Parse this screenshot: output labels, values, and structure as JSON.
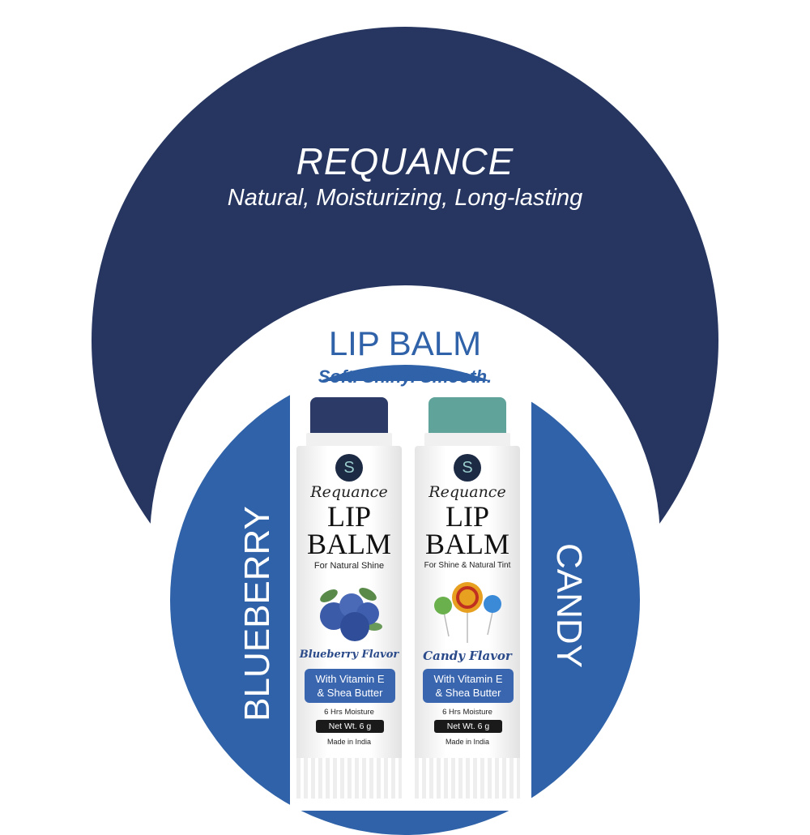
{
  "header": {
    "brand": "REQUANCE",
    "tagline": "Natural, Moisturizing, Long-lasting"
  },
  "product": {
    "title": "LIP BALM",
    "slogan": "Soft. Shiny. Smooth."
  },
  "side_labels": {
    "left": "BLUEBERRY",
    "right": "CANDY"
  },
  "colors": {
    "navy": "#263660",
    "blue": "#2f62a8",
    "blueberry_cap": "#2b3a66",
    "candy_cap": "#5fa39a"
  },
  "tubes": [
    {
      "brand": "Requance",
      "line1": "LIP",
      "line2": "BALM",
      "subtitle": "For Natural Shine",
      "flavor": "Blueberry Flavor",
      "vitamin1": "With Vitamin E",
      "vitamin2": "& Shea Butter",
      "moisture": "6 Hrs Moisture",
      "net": "Net Wt. 6 g",
      "origin": "Made in India",
      "illustration": "blueberries"
    },
    {
      "brand": "Requance",
      "line1": "LIP",
      "line2": "BALM",
      "subtitle": "For Shine & Natural Tint",
      "flavor": "Candy Flavor",
      "vitamin1": "With Vitamin E",
      "vitamin2": "& Shea Butter",
      "moisture": "6 Hrs Moisture",
      "net": "Net Wt. 6 g",
      "origin": "Made in India",
      "illustration": "lollipops"
    }
  ]
}
